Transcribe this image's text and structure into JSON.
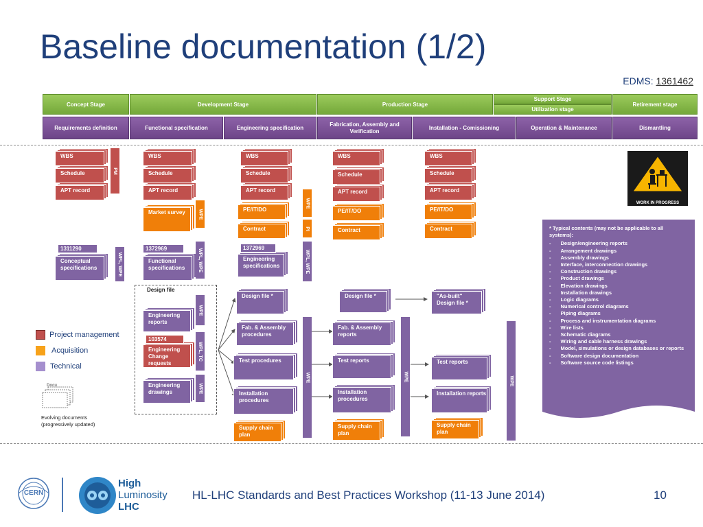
{
  "slide": {
    "title": "Baseline documentation (1/2)",
    "edms_label": "EDMS:",
    "edms_number": "1361462",
    "footer_text": "HL-LHC Standards and Best Practices Workshop (11-13 June 2014)",
    "page_number": "10",
    "logo_cern": "CERN",
    "logo_high": "High",
    "logo_luminosity": "Luminosity",
    "logo_lhc": "LHC"
  },
  "stages": {
    "concept": "Concept Stage",
    "development": "Development Stage",
    "production": "Production Stage",
    "support": "Support Stage",
    "utilization": "Utilization stage",
    "retirement": "Retirement stage"
  },
  "phases": {
    "requirements": "Requirements definition",
    "functional": "Functional specification",
    "engineering": "Engineering specification",
    "fabrication": "Fabrication, Assembly and Verification",
    "installation": "Installation - Comissioning",
    "operation": "Operation & Maintenance",
    "dismantling": "Dismantling"
  },
  "docs": {
    "wbs": "WBS",
    "schedule": "Schedule",
    "apt": "APT record",
    "market": "Market survey",
    "peitdo": "PE/IT/DO",
    "contract": "Contract",
    "conceptual_id": "1311290",
    "conceptual": "Conceptual specifications",
    "functional_id": "1372969",
    "functional": "Functional specifications",
    "engineering_id": "1372969",
    "engineering": "Engineering specifications",
    "design_file_title": "Design file",
    "eng_reports": "Engineering reports",
    "ecr_id": "103574",
    "ecr": "Engineering Change requests",
    "eng_drawings": "Engineering drawings",
    "design_file": "Design file *",
    "asbuilt": "\"As-built\" Design file *",
    "fab_proc": "Fab. & Assembly procedures",
    "fab_reports": "Fab. & Assembly reports",
    "test_proc": "Test procedures",
    "test_reports": "Test reports",
    "inst_proc": "Installation procedures",
    "inst_reports": "Installation reports",
    "supply": "Supply chain plan"
  },
  "bars": {
    "pm": "PM",
    "wpe": "WPE",
    "wpl_wpe": "WPL, WPE",
    "pi": "PI",
    "wpl_tc": "WPL, TC"
  },
  "warning_label": "WORK IN PROGRESS",
  "contents": {
    "intro": "* Typical contents (may not be applicable to all systems):",
    "items": [
      "Design/engineering reports",
      "Arrangement drawings",
      "Assembly drawings",
      "Interface, interconnection drawings",
      "Construction drawings",
      "Product drawings",
      "Elevation drawings",
      "Installation drawings",
      "Logic diagrams",
      "Numerical control diagrams",
      "Piping diagrams",
      "Process and instrumentation diagrams",
      "Wire lists",
      "Schematic diagrams",
      "Wiring and cable harness drawings",
      "Model, simulations or design databases or reports",
      "Software design documentation",
      "Software source code listings"
    ]
  },
  "legend": {
    "project_management": "Project management",
    "acquisition": "Acquisition",
    "technical": "Technical",
    "evolving": "Evolving documents (progressively updated)",
    "doc_small": "Docu"
  },
  "colors": {
    "title": "#1f3f7a",
    "stage_green": "#8bbd4c",
    "phase_purple": "#7a5597",
    "pm_red": "#c0504d",
    "acq_orange": "#f07f09",
    "tech_purple": "#8064a2"
  }
}
